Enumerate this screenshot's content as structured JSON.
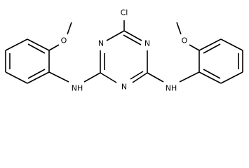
{
  "labels": {
    "chlorine": "Cl",
    "ring_nitrogen": "N",
    "amine": "NH",
    "ether_oxygen": "O"
  }
}
